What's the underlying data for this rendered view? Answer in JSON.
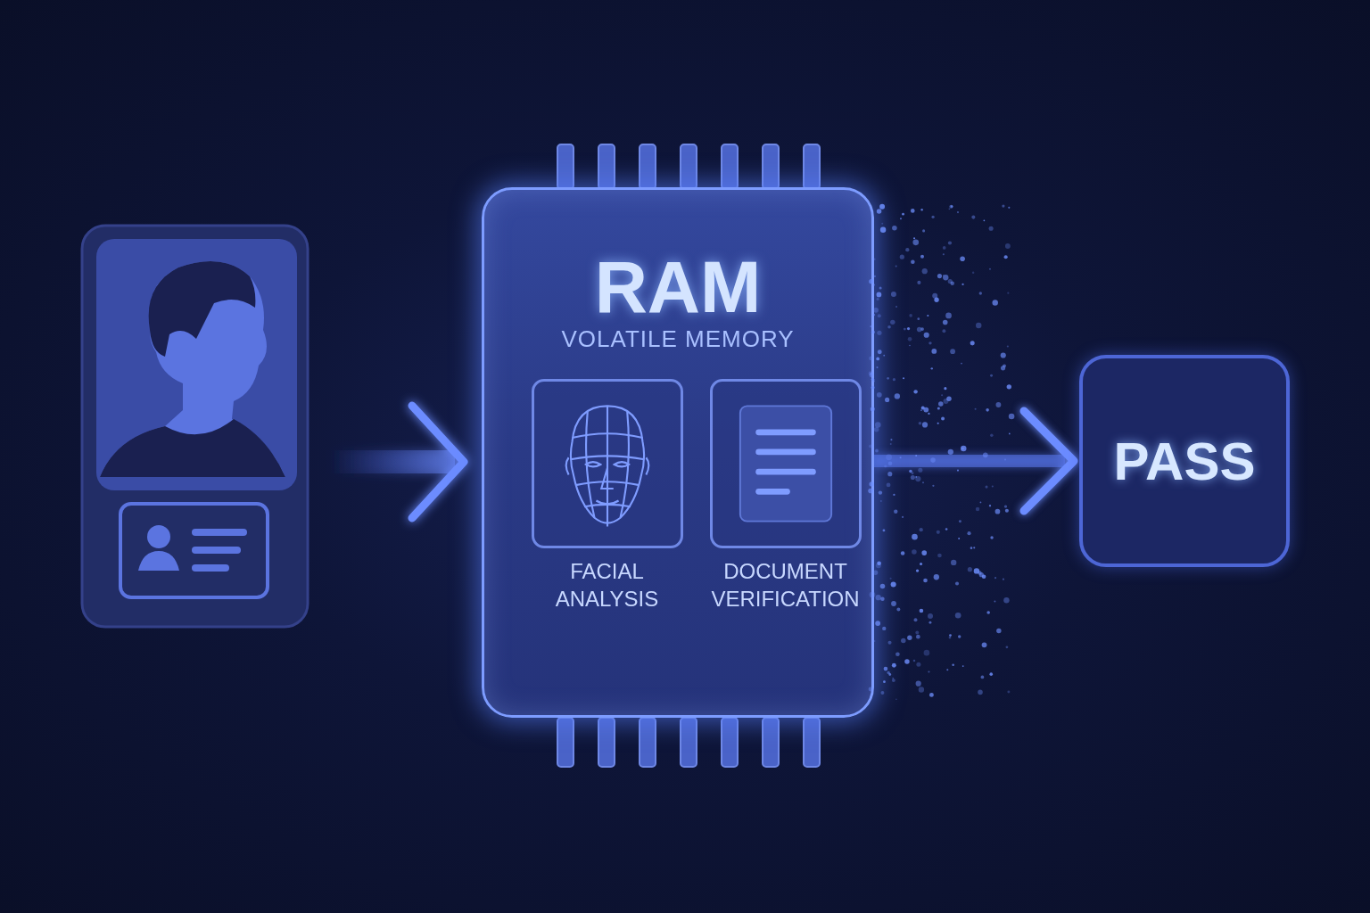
{
  "diagram": {
    "nodes": [
      {
        "text": [
          "RAM",
          "VOLATILE MEMORY"
        ]
      },
      {
        "text": [
          "FACIAL ANALYSIS"
        ],
        "in": 0
      },
      {
        "text": [
          "DOCUMENT VERIFICATION"
        ],
        "in": 0
      },
      {
        "text": [
          "PASS"
        ]
      }
    ],
    "edges": [
      {
        "from": 0,
        "to": 3,
        "arrow": "to"
      }
    ]
  }
}
